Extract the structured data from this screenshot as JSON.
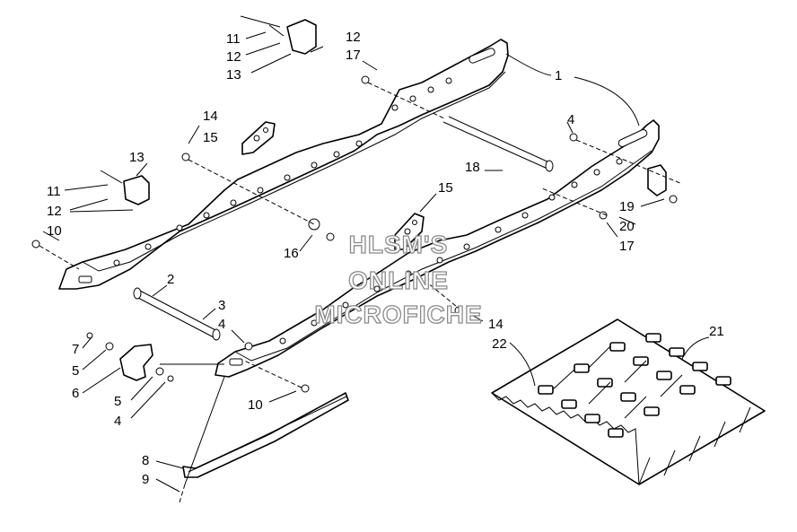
{
  "watermark": {
    "line1": "HLSM'S",
    "line2": "ONLINE",
    "line3": "MICROFICHE"
  },
  "callouts": [
    {
      "id": "c01",
      "text": "11"
    },
    {
      "id": "c02",
      "text": "12"
    },
    {
      "id": "c03",
      "text": "13"
    },
    {
      "id": "c04",
      "text": "12"
    },
    {
      "id": "c05",
      "text": "17"
    },
    {
      "id": "c06",
      "text": "1"
    },
    {
      "id": "c07",
      "text": "14"
    },
    {
      "id": "c08",
      "text": "15"
    },
    {
      "id": "c09",
      "text": "4"
    },
    {
      "id": "c10",
      "text": "13"
    },
    {
      "id": "c11",
      "text": "11"
    },
    {
      "id": "c12",
      "text": "12"
    },
    {
      "id": "c13",
      "text": "18"
    },
    {
      "id": "c14",
      "text": "15"
    },
    {
      "id": "c15",
      "text": "19"
    },
    {
      "id": "c16",
      "text": "20"
    },
    {
      "id": "c17",
      "text": "17"
    },
    {
      "id": "c18",
      "text": "10"
    },
    {
      "id": "c19",
      "text": "16"
    },
    {
      "id": "c20",
      "text": "2"
    },
    {
      "id": "c21",
      "text": "3"
    },
    {
      "id": "c22",
      "text": "4"
    },
    {
      "id": "c23",
      "text": "14"
    },
    {
      "id": "c24",
      "text": "22"
    },
    {
      "id": "c25",
      "text": "21"
    },
    {
      "id": "c26",
      "text": "7"
    },
    {
      "id": "c27",
      "text": "5"
    },
    {
      "id": "c28",
      "text": "6"
    },
    {
      "id": "c29",
      "text": "5"
    },
    {
      "id": "c30",
      "text": "4"
    },
    {
      "id": "c31",
      "text": "10"
    },
    {
      "id": "c32",
      "text": "8"
    },
    {
      "id": "c33",
      "text": "9"
    }
  ]
}
